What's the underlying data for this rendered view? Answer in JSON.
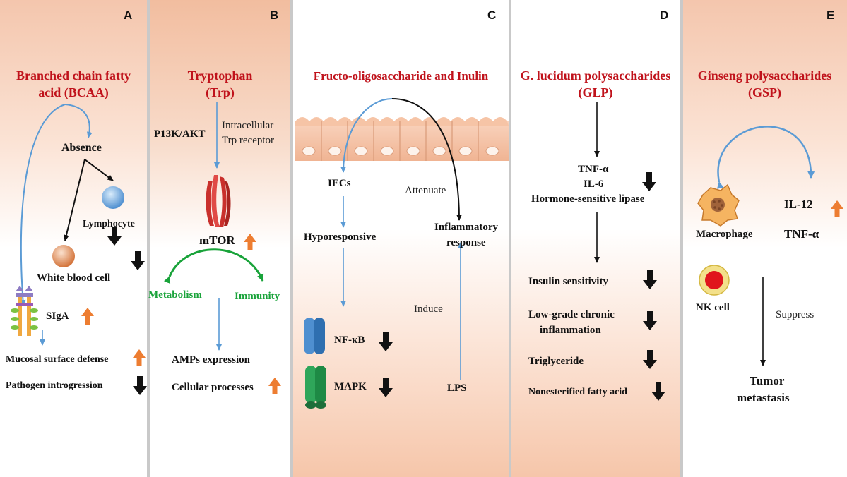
{
  "panels": {
    "a": {
      "letter": "A",
      "title_line1": "Branched chain fatty",
      "title_line2": "acid  (BCAA)",
      "absence": "Absence",
      "lymphocyte": "Lymphocyte",
      "white_blood_cell": "White blood cell",
      "siga": "SIgA",
      "mucosal": "Mucosal surface defense",
      "pathogen": "Pathogen introgression"
    },
    "b": {
      "letter": "B",
      "title_line1": "Tryptophan",
      "title_line2": "(Trp)",
      "pathway": "P13K/AKT",
      "receptor_line1": "Intracellular",
      "receptor_line2": "Trp receptor",
      "mtor": "mTOR",
      "metabolism": "Metabolism",
      "immunity": "Immunity",
      "amps": "AMPs expression",
      "cellular": "Cellular processes"
    },
    "c": {
      "letter": "C",
      "title": "Fructo-oligosaccharide and Inulin",
      "iecs": "IECs",
      "attenuate": "Attenuate",
      "inflam_line1": "Inflammatory",
      "inflam_line2": "response",
      "hypo": "Hyporesponsive",
      "nfkb": "NF-κB",
      "mapk": "MAPK",
      "induce": "Induce",
      "lps": "LPS"
    },
    "d": {
      "letter": "D",
      "title_line1": "G. lucidum polysaccharides",
      "title_line2": "(GLP)",
      "tnf": "TNF-α",
      "il6": "IL-6",
      "lipase": "Hormone-sensitive lipase",
      "insulin": "Insulin sensitivity",
      "lowgrade_line1": "Low-grade chronic",
      "lowgrade_line2": "inflammation",
      "trig": "Triglyceride",
      "nefa": "Nonesterified fatty acid"
    },
    "e": {
      "letter": "E",
      "title_line1": "Ginseng polysaccharides",
      "title_line2": "(GSP)",
      "il12": "IL-12",
      "tnf": "TNF-α",
      "macrophage": "Macrophage",
      "nk": "NK cell",
      "suppress": "Suppress",
      "tumor_line1": "Tumor",
      "tumor_line2": "metastasis"
    }
  },
  "colors": {
    "title_red": "#c0121b",
    "arrow_blue": "#5b9bd5",
    "up_orange": "#ed7d31",
    "immune_green": "#19a33a"
  }
}
